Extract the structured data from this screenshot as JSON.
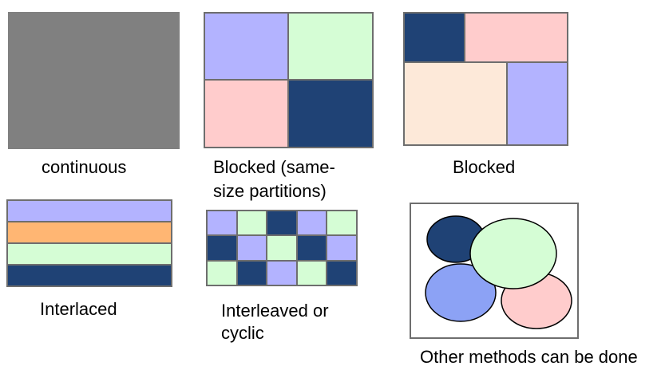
{
  "colors": {
    "gray": "#808080",
    "lavender": "#b3b3ff",
    "mint": "#d5fdd5",
    "pink": "#ffcccc",
    "navy": "#1f4275",
    "peach": "#fde9d9",
    "orange": "#ffb673",
    "blue": "#8ca2f5",
    "outline": "#6e6e6e"
  },
  "labels": {
    "continuous": "continuous",
    "blocked_same_line1": "Blocked (same-",
    "blocked_same_line2": "size partitions)",
    "blocked": "Blocked",
    "interlaced": "Interlaced",
    "interleaved_line1": "Interleaved or",
    "interleaved_line2": "cyclic",
    "other": "Other methods can be done"
  },
  "cyclic_grid": {
    "rows": [
      [
        "lavender",
        "mint",
        "navy",
        "lavender",
        "mint"
      ],
      [
        "navy",
        "lavender",
        "mint",
        "navy",
        "lavender"
      ],
      [
        "mint",
        "navy",
        "lavender",
        "mint",
        "navy"
      ]
    ]
  }
}
